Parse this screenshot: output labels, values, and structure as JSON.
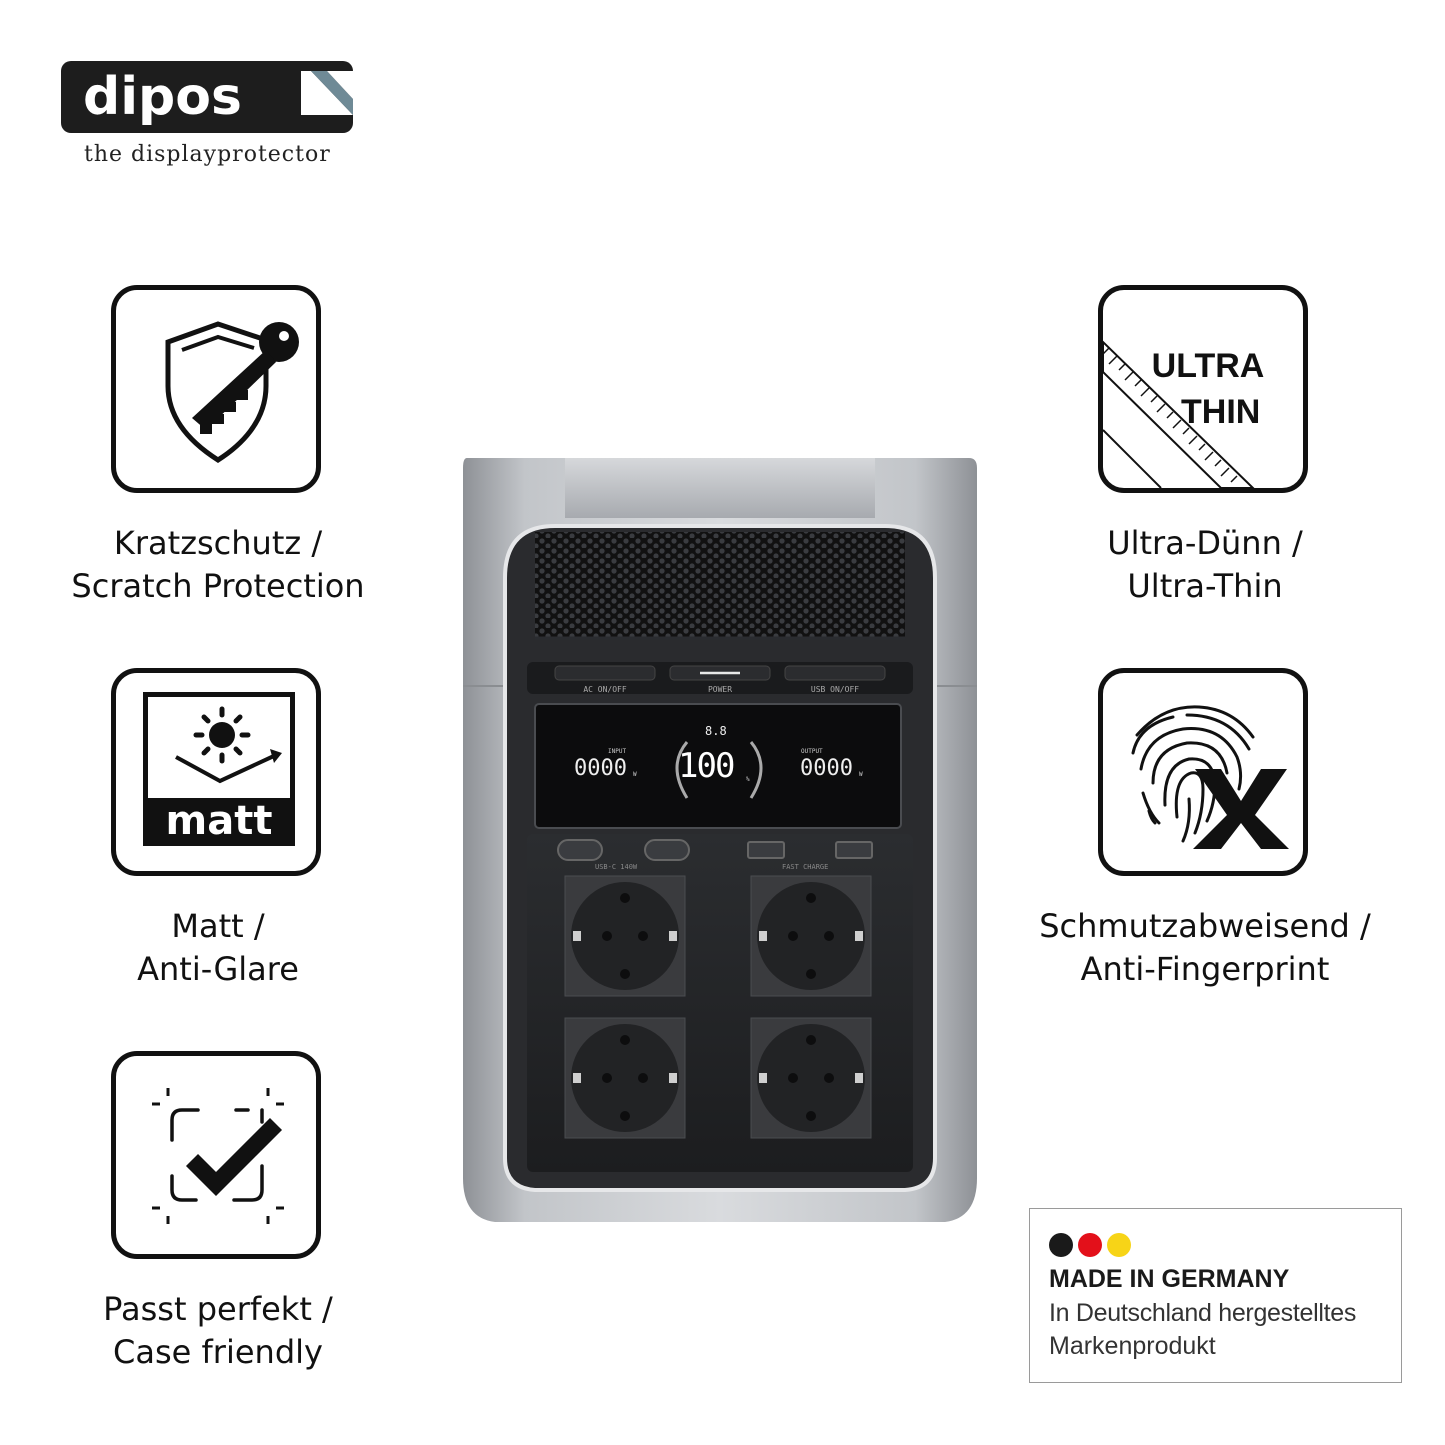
{
  "logo": {
    "name": "dipos",
    "tagline": "the displayprotector"
  },
  "features": [
    {
      "id": "scratch",
      "icon": "shield-key-icon",
      "line1": "Kratzschutz /",
      "line2": "Scratch Protection"
    },
    {
      "id": "matt",
      "icon": "matt-sun-icon",
      "icon_text": "matt",
      "line1": "Matt /",
      "line2": "Anti-Glare"
    },
    {
      "id": "case",
      "icon": "checkmark-frame-icon",
      "line1": "Passt perfekt /",
      "line2": "Case friendly"
    },
    {
      "id": "thin",
      "icon": "ruler-icon",
      "icon_text_1": "ULTRA",
      "icon_text_2": "THIN",
      "line1": "Ultra-Dünn /",
      "line2": "Ultra-Thin"
    },
    {
      "id": "fingerprint",
      "icon": "fingerprint-x-icon",
      "line1": "Schmutzabweisend /",
      "line2": "Anti-Fingerprint"
    }
  ],
  "device": {
    "buttons": [
      "AC ON/OFF",
      "POWER",
      "USB ON/OFF"
    ],
    "display": {
      "input_label": "INPUT",
      "input_value": "0000",
      "input_unit": "W",
      "time_value": "8.8",
      "battery_value": "100",
      "battery_unit": "%",
      "output_label": "OUTPUT",
      "output_value": "0000",
      "output_unit": "W"
    },
    "port_labels": [
      "USB-C 140W",
      "FAST CHARGE"
    ]
  },
  "made_in_germany": {
    "title": "MADE IN GERMANY",
    "subtitle_1": "In Deutschland hergestelltes",
    "subtitle_2": "Markenprodukt",
    "colors": [
      "#1a1a1a",
      "#e3101a",
      "#f7d417"
    ]
  }
}
